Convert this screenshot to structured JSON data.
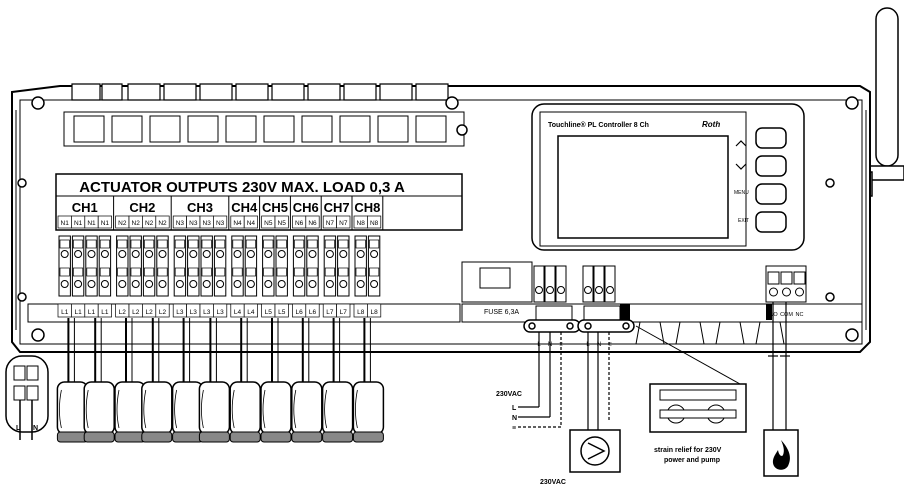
{
  "header": {
    "title": "ACTUATOR OUTPUTS 230V MAX. LOAD 0,3 A"
  },
  "channels": [
    {
      "name": "CH1",
      "n_labels": [
        "N1",
        "N1",
        "N1",
        "N1"
      ],
      "l_labels": [
        "L1",
        "L1",
        "L1",
        "L1"
      ]
    },
    {
      "name": "CH2",
      "n_labels": [
        "N2",
        "N2",
        "N2",
        "N2"
      ],
      "l_labels": [
        "L2",
        "L2",
        "L2",
        "L2"
      ]
    },
    {
      "name": "CH3",
      "n_labels": [
        "N3",
        "N3",
        "N3",
        "N3"
      ],
      "l_labels": [
        "L3",
        "L3",
        "L3",
        "L3"
      ]
    },
    {
      "name": "CH4",
      "n_labels": [
        "N4",
        "N4"
      ],
      "l_labels": [
        "L4",
        "L4"
      ]
    },
    {
      "name": "CH5",
      "n_labels": [
        "N5",
        "N5"
      ],
      "l_labels": [
        "L5",
        "L5"
      ]
    },
    {
      "name": "CH6",
      "n_labels": [
        "N6",
        "N6"
      ],
      "l_labels": [
        "L6",
        "L6"
      ]
    },
    {
      "name": "CH7",
      "n_labels": [
        "N7",
        "N7"
      ],
      "l_labels": [
        "L7",
        "L7"
      ]
    },
    {
      "name": "CH8",
      "n_labels": [
        "N8",
        "N8"
      ],
      "l_labels": [
        "L8",
        "L8"
      ]
    }
  ],
  "controller": {
    "product": "Touchline® PL Controller 8 Ch",
    "brand": "Roth",
    "menu_label": "MENU",
    "exit_label": "EXIT",
    "up_icon": "chevron-up-icon",
    "down_icon": "chevron-down-icon"
  },
  "fuse_label": "FUSE 6,3A",
  "power_terminals": [
    "L",
    "N",
    "≡"
  ],
  "pump_terminals": [
    "L",
    "N",
    "≡"
  ],
  "relay_labels": [
    "NO",
    "COM",
    "NC"
  ],
  "wiring": {
    "supply_voltage": "230VAC",
    "supply_l": "L",
    "supply_n": "N",
    "supply_pe": "≡",
    "pump_voltage": "230VAC",
    "strain_relief_line1": "strain relief for 230V",
    "strain_relief_line2": "power and pump",
    "inset_l": "L",
    "inset_n": "N",
    "heat_icon": "flame-icon",
    "pump_icon": "pump-icon",
    "antenna_icon": "antenna-icon"
  }
}
